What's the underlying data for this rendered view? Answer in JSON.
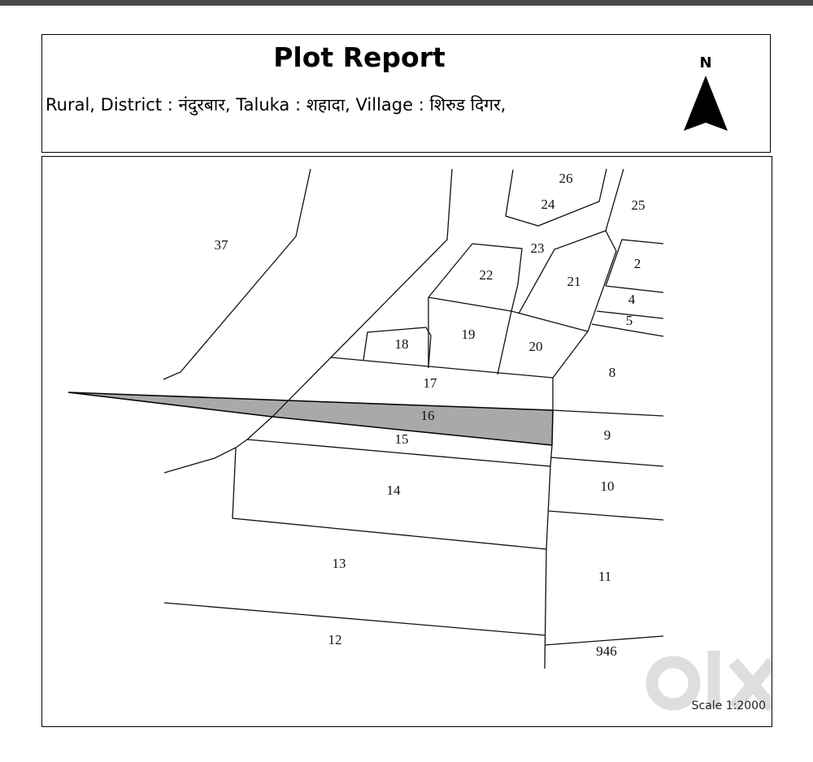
{
  "header": {
    "title": "Plot Report",
    "location": "Rural, District : नंदुरबार, Taluka : शहादा, Village : शिरुड दिगर,"
  },
  "north_arrow": {
    "label": "N"
  },
  "map": {
    "scale": "Scale 1:2000",
    "highlighted_plot": "16",
    "highlight_color": "#a8aaa8",
    "plots": [
      "26",
      "24",
      "25",
      "37",
      "23",
      "22",
      "2",
      "21",
      "4",
      "5",
      "19",
      "18",
      "20",
      "8",
      "17",
      "16",
      "9",
      "15",
      "14",
      "10",
      "13",
      "11",
      "12",
      "946"
    ]
  },
  "watermark": {
    "text": "olx"
  }
}
